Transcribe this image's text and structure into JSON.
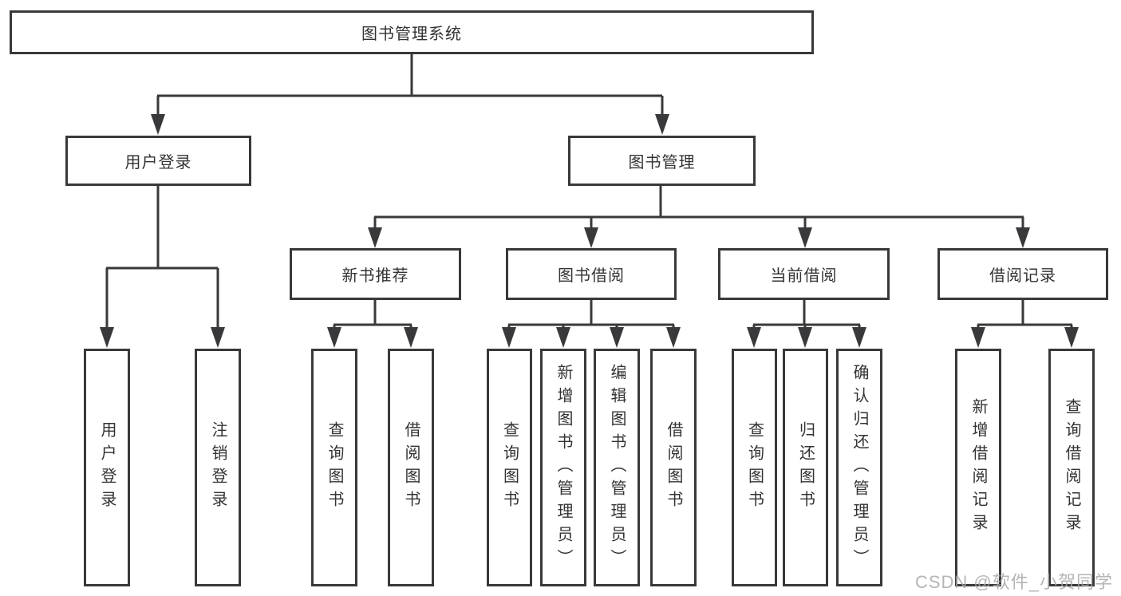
{
  "diagram": {
    "root": {
      "label": "图书管理系统"
    },
    "level2": [
      {
        "id": "user-login",
        "label": "用户登录"
      },
      {
        "id": "book-management",
        "label": "图书管理"
      }
    ],
    "level3": [
      {
        "id": "new-book-recommend",
        "parent": "图书管理",
        "label": "新书推荐"
      },
      {
        "id": "book-borrowing",
        "parent": "图书管理",
        "label": "图书借阅"
      },
      {
        "id": "current-borrowing",
        "parent": "图书管理",
        "label": "当前借阅"
      },
      {
        "id": "borrowing-records",
        "parent": "图书管理",
        "label": "借阅记录"
      }
    ],
    "leaf_groups": [
      {
        "parent": "用户登录",
        "items": [
          "用户登录",
          "注销登录"
        ]
      },
      {
        "parent": "新书推荐",
        "items": [
          "查询图书",
          "借阅图书"
        ]
      },
      {
        "parent": "图书借阅",
        "items": [
          "查询图书",
          "新增图书（管理员）",
          "编辑图书（管理员）",
          "借阅图书"
        ]
      },
      {
        "parent": "当前借阅",
        "items": [
          "查询图书",
          "归还图书",
          "确认归还（管理员）"
        ]
      },
      {
        "parent": "借阅记录",
        "items": [
          "新增借阅记录",
          "查询借阅记录"
        ]
      }
    ]
  },
  "watermark": "CSDN @软件_小贺同学",
  "colors": {
    "line": "#39393b",
    "text": "#333333",
    "watermark": "#a8a8a8",
    "background": "#ffffff"
  }
}
